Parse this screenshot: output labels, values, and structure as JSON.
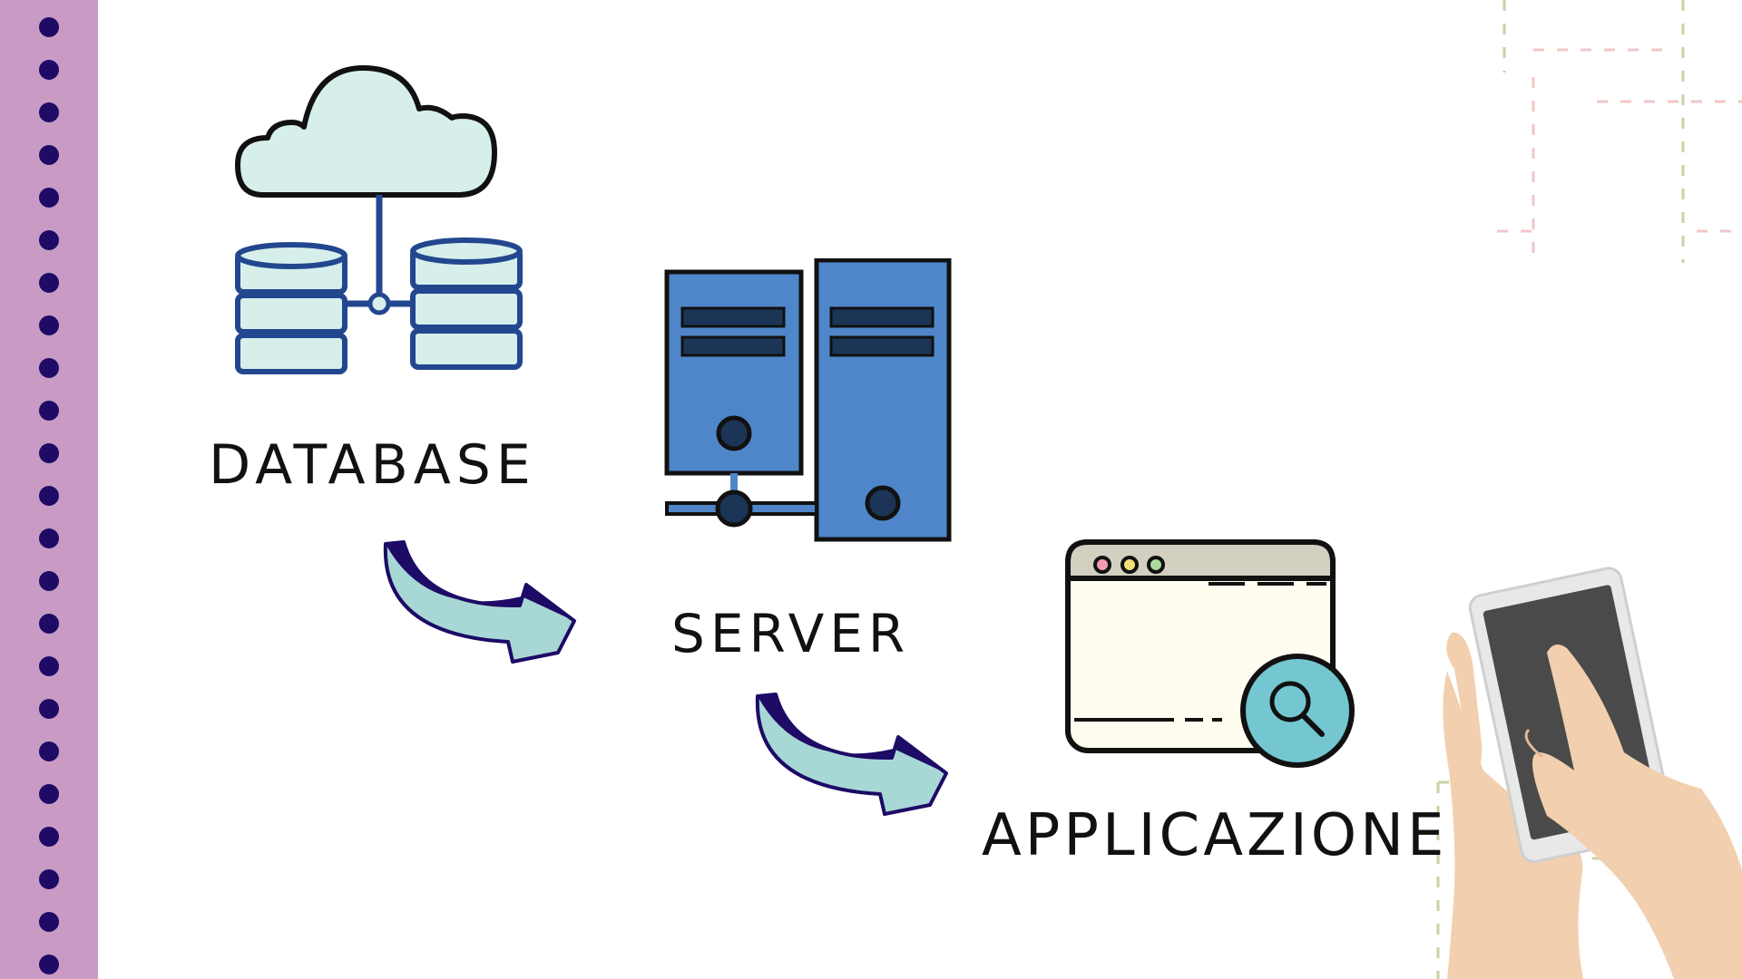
{
  "labels": {
    "database": "DATABASE",
    "server": "SERVER",
    "application": "APPLICAZIONE"
  },
  "colors": {
    "sidebar": "#c99ac3",
    "sidebar_dots": "#1d0b66",
    "cloud_fill": "#d6efeb",
    "db_stroke": "#23478f",
    "server_fill": "#4f86c9",
    "server_slot": "#1c3556",
    "arrow_dark": "#1d0b66",
    "arrow_light": "#a8d8d5",
    "window_bar": "#d3cfc1",
    "window_body": "#fefdef",
    "magnifier": "#74c7d1",
    "phone_screen": "#4a4a4a",
    "hand": "#f2cfae"
  },
  "icons": {
    "cloud": "cloud-database-icon",
    "server": "server-icon",
    "browser": "browser-window-icon",
    "search": "magnifier-icon",
    "phone": "smartphone-hand-icon"
  }
}
